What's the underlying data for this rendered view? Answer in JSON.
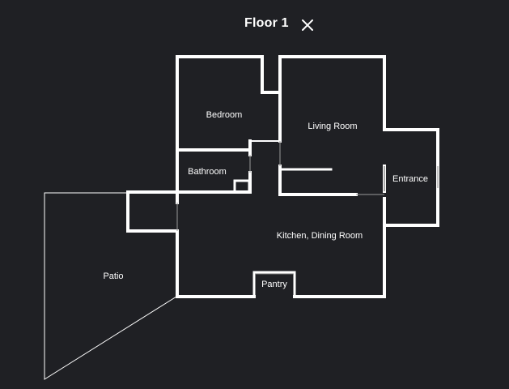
{
  "header": {
    "title": "Floor 1",
    "close_icon": "close-icon"
  },
  "rooms": {
    "bedroom": "Bedroom",
    "living_room": "Living Room",
    "bathroom": "Bathroom",
    "entrance": "Entrance",
    "kitchen_dining": "Kitchen, Dining Room",
    "patio": "Patio",
    "pantry": "Pantry"
  },
  "colors": {
    "background": "#1f2024",
    "walls": "#ffffff"
  }
}
